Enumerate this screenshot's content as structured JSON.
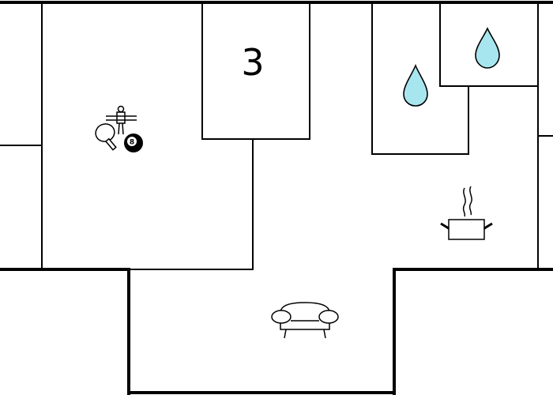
{
  "floorplan": {
    "rooms": [
      {
        "id": "bedroom",
        "label": "3"
      }
    ],
    "icons": [
      {
        "name": "table-football-icon",
        "room": "game-room"
      },
      {
        "name": "table-tennis-icon",
        "room": "game-room"
      },
      {
        "name": "billiard-ball-icon",
        "room": "game-room",
        "text": "8"
      },
      {
        "name": "water-drop-icon",
        "room": "bathroom-1"
      },
      {
        "name": "water-drop-icon",
        "room": "bathroom-2"
      },
      {
        "name": "cooking-pot-icon",
        "room": "kitchen"
      },
      {
        "name": "sofa-icon",
        "room": "living-room"
      }
    ],
    "colors": {
      "wall": "#000000",
      "background": "#ffffff",
      "water": "#a8e6ef",
      "ball": "#000000"
    }
  }
}
